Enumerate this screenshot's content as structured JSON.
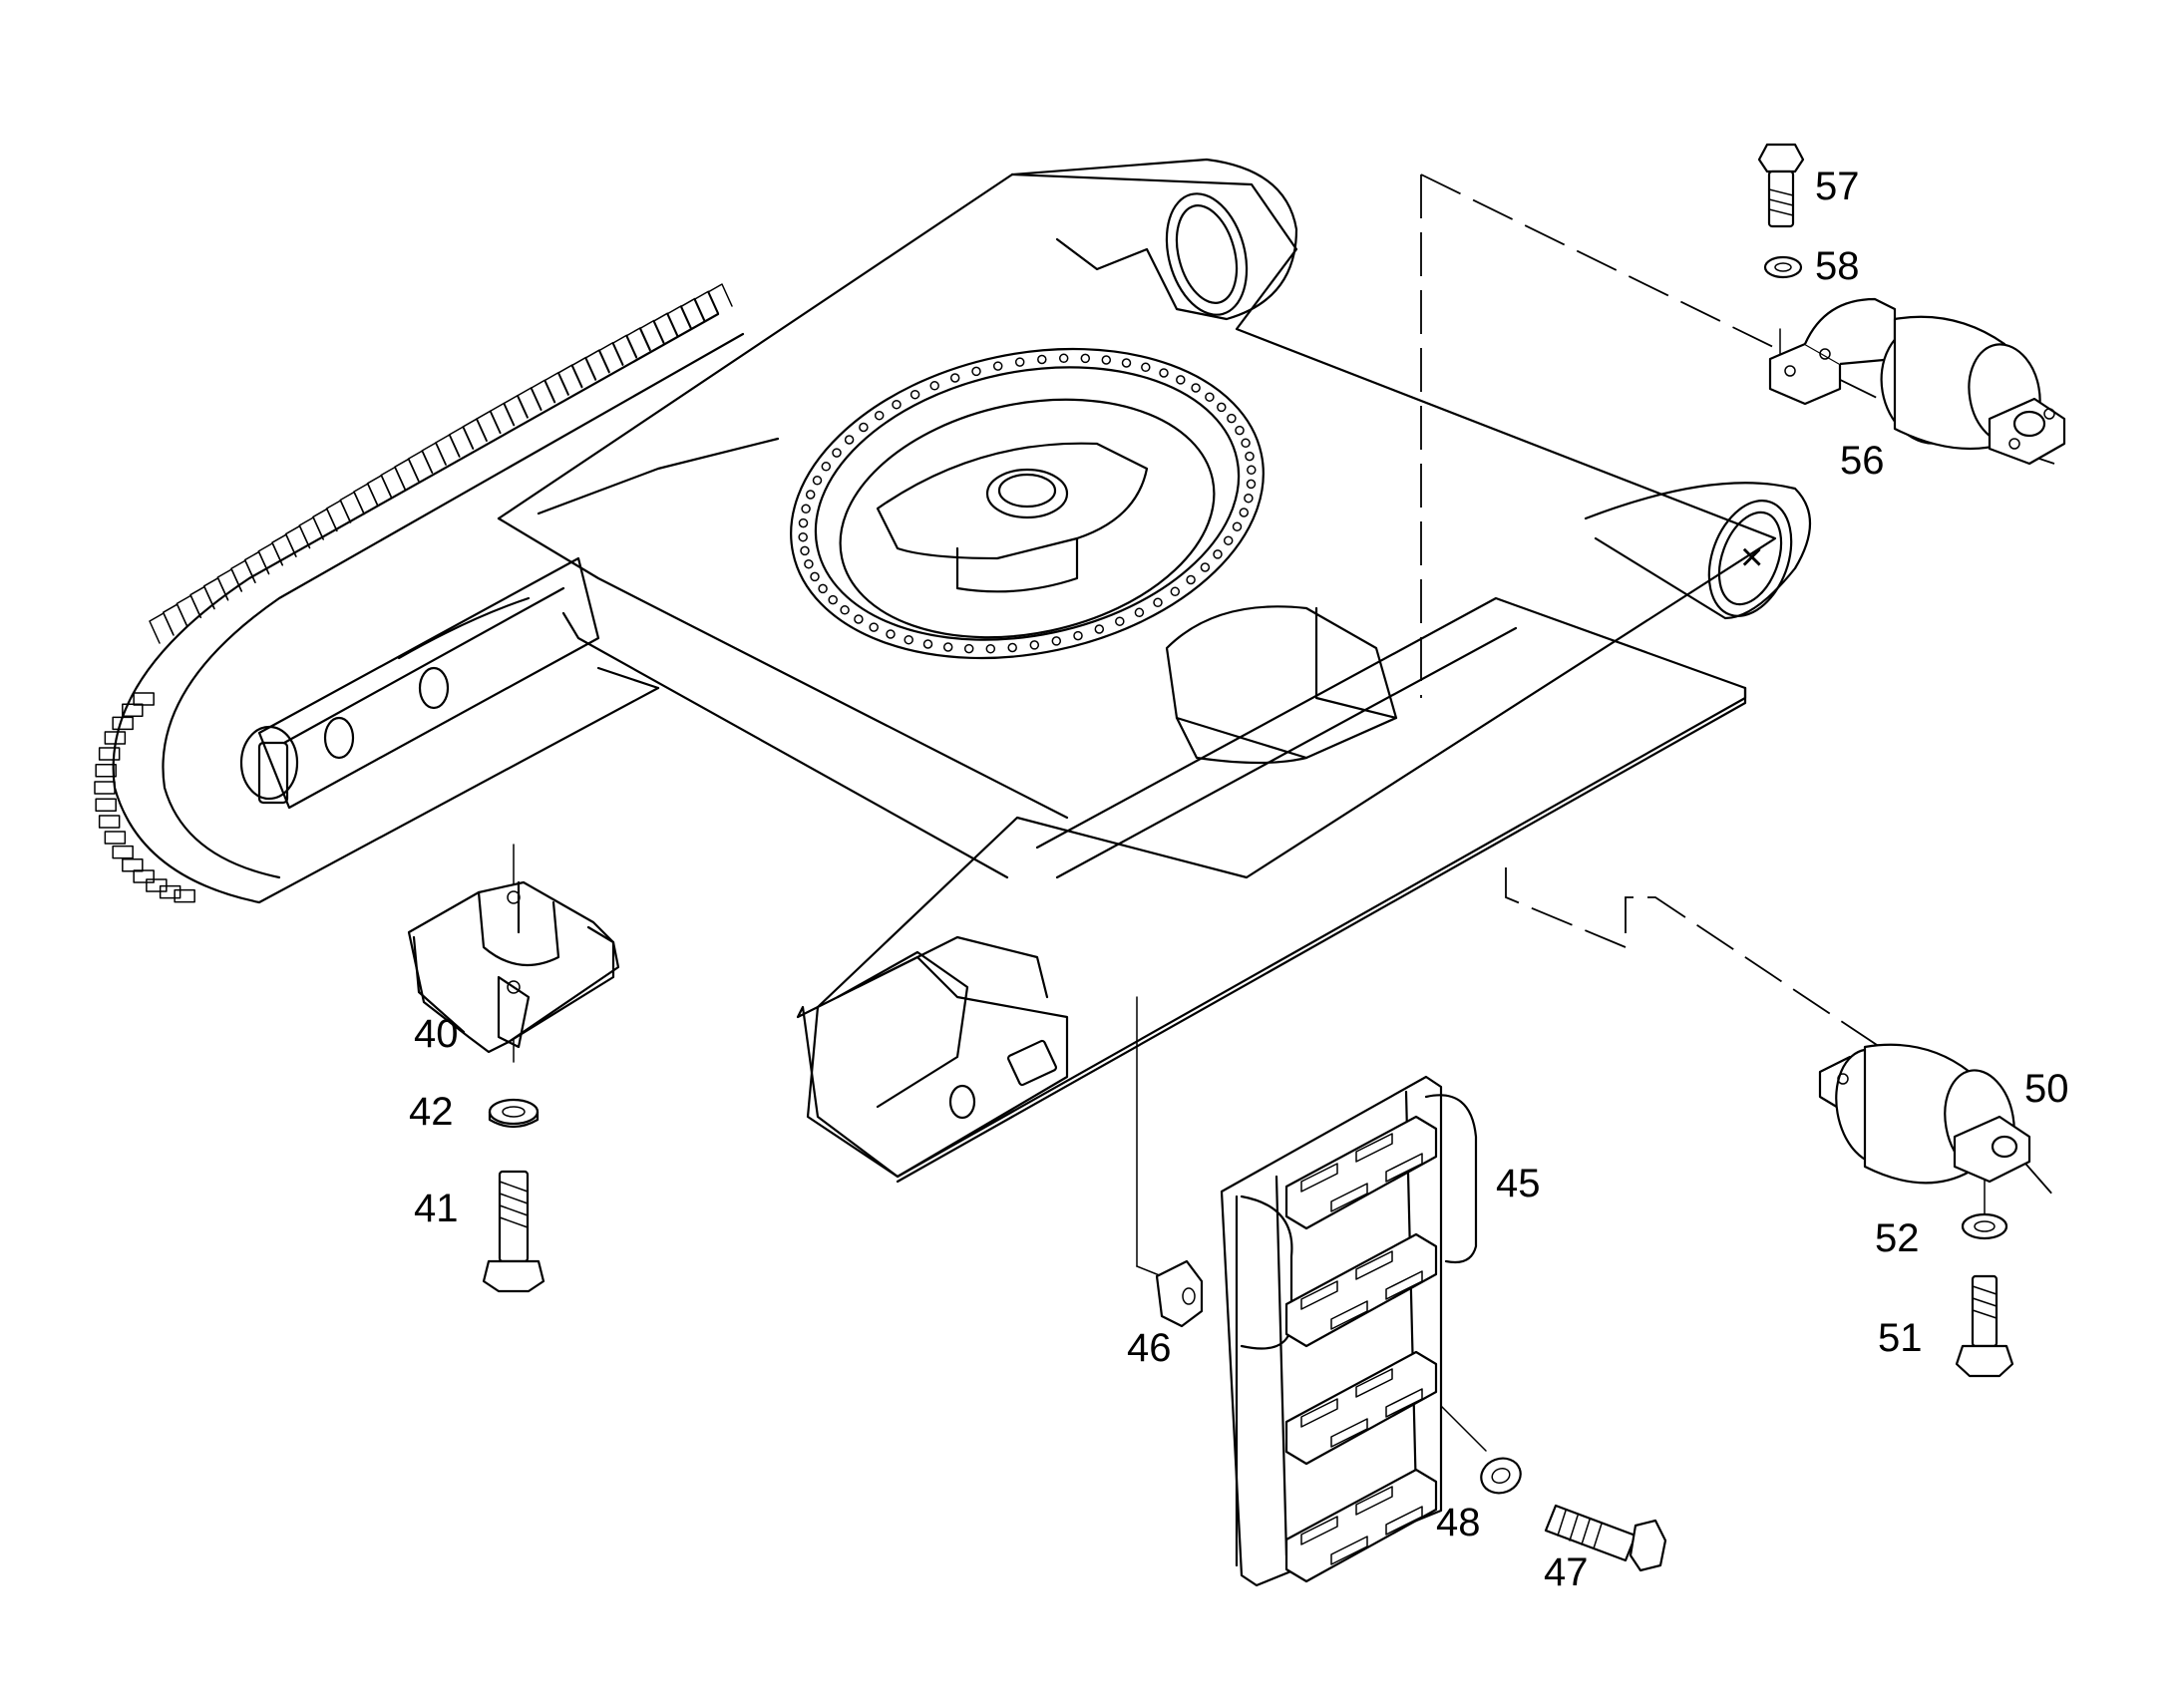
{
  "part_callouts": [
    {
      "id": "p40",
      "label": "40"
    },
    {
      "id": "p41",
      "label": "41"
    },
    {
      "id": "p42",
      "label": "42"
    },
    {
      "id": "p45",
      "label": "45"
    },
    {
      "id": "p46",
      "label": "46"
    },
    {
      "id": "p47",
      "label": "47"
    },
    {
      "id": "p48",
      "label": "48"
    },
    {
      "id": "p50",
      "label": "50"
    },
    {
      "id": "p51",
      "label": "51"
    },
    {
      "id": "p52",
      "label": "52"
    },
    {
      "id": "p56",
      "label": "56"
    },
    {
      "id": "p57",
      "label": "57"
    },
    {
      "id": "p58",
      "label": "58"
    }
  ],
  "colors": {
    "line": "#000000",
    "background": "#ffffff"
  }
}
